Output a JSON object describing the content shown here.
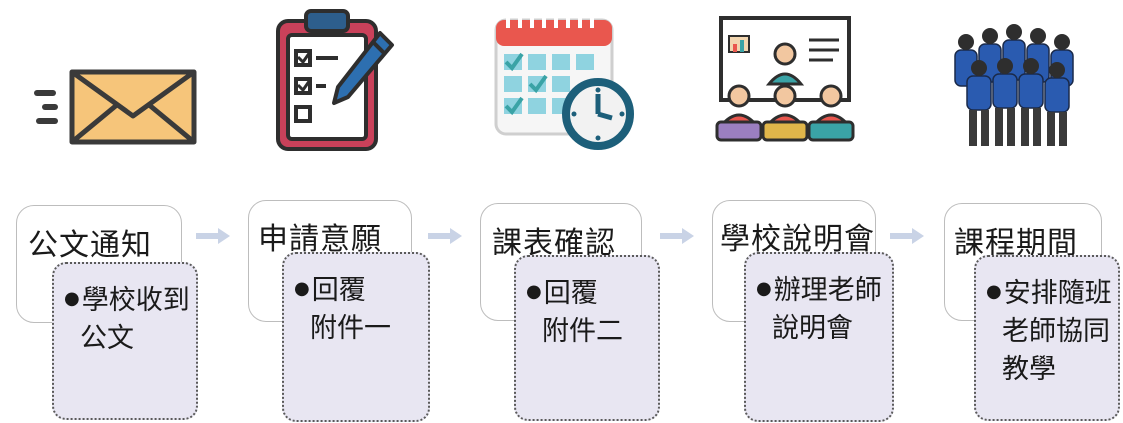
{
  "steps": [
    {
      "title": "公文通知",
      "icon": "envelope-icon",
      "detail_lines": [
        "學校收到",
        "公文"
      ]
    },
    {
      "title": "申請意願",
      "icon": "clipboard-checklist-icon",
      "detail_lines": [
        "回覆",
        "附件一"
      ]
    },
    {
      "title": "課表確認",
      "icon": "calendar-clock-icon",
      "detail_lines": [
        "回覆",
        "附件二"
      ]
    },
    {
      "title": "學校說明會",
      "icon": "presentation-meeting-icon",
      "detail_lines": [
        "辦理老師",
        "說明會"
      ]
    },
    {
      "title": "課程期間",
      "icon": "students-group-icon",
      "detail_lines": [
        "安排隨班",
        "老師協同",
        "教學"
      ]
    }
  ],
  "colors": {
    "detail_fill": "#e8e6f2",
    "arrow": "#c9d3e6",
    "envelope": "#f6c57a",
    "clipboard": "#c9415a",
    "calendar_header": "#e9574e",
    "calendar_check": "#3aa3a6",
    "clock": "#1d5f7a",
    "team_shirt": "#2a5bb0"
  }
}
